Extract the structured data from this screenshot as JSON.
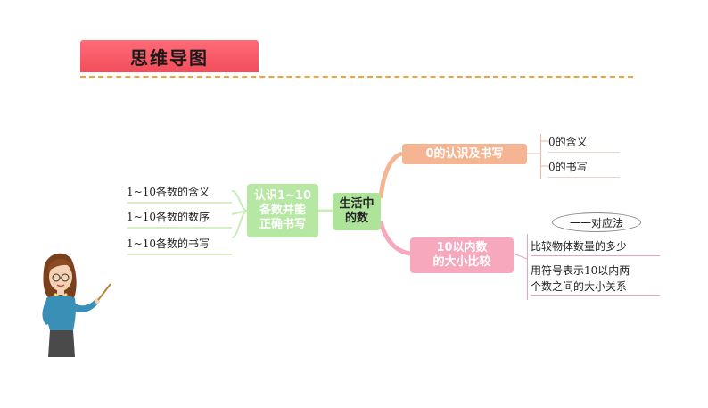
{
  "title": "思维导图",
  "center": {
    "line1": "生活中",
    "line2": "的数"
  },
  "left_branch": {
    "line1": "认识1~10",
    "line2": "各数并能",
    "line3": "正确书写",
    "leaves": [
      "1~10各数的含义",
      "1~10各数的数序",
      "1~10各数的书写"
    ]
  },
  "top_branch": {
    "label": "0的认识及书写",
    "leaves": [
      "0的含义",
      "0的书写"
    ]
  },
  "bottom_branch": {
    "line1": "10以内数",
    "line2": "的大小比较",
    "bubble": "一一对应法",
    "leaf1": "比较物体数量的多少",
    "leaf2_line1": "用符号表示10以内两",
    "leaf2_line2": "个数之间的大小关系"
  },
  "colors": {
    "title_bg": "#f24d5a",
    "green": "#aee39a",
    "orange": "#f6b592",
    "pink": "#f7a8bd",
    "dash": "#f0a23b"
  }
}
